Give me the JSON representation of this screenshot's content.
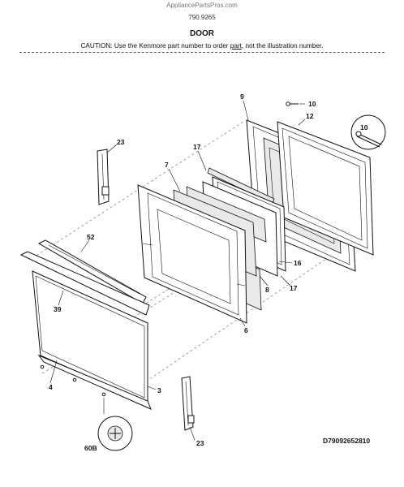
{
  "header": {
    "site": "AppliancePartsPros.com",
    "model": "790.9265",
    "title": "DOOR",
    "caution_pre": "CAUTION: Use the Kenmore part number to order ",
    "caution_link": "part",
    "caution_post": ", not the illustration number."
  },
  "callouts": [
    {
      "id": "c-10a",
      "label": "10"
    },
    {
      "id": "c-9",
      "label": "9"
    },
    {
      "id": "c-12",
      "label": "12"
    },
    {
      "id": "c-10b",
      "label": "10"
    },
    {
      "id": "c-23a",
      "label": "23"
    },
    {
      "id": "c-17a",
      "label": "17"
    },
    {
      "id": "c-7",
      "label": "7"
    },
    {
      "id": "c-52",
      "label": "52"
    },
    {
      "id": "c-16",
      "label": "16"
    },
    {
      "id": "c-8",
      "label": "8"
    },
    {
      "id": "c-17b",
      "label": "17"
    },
    {
      "id": "c-39",
      "label": "39"
    },
    {
      "id": "c-6",
      "label": "6"
    },
    {
      "id": "c-4",
      "label": "4"
    },
    {
      "id": "c-3",
      "label": "3"
    },
    {
      "id": "c-60b",
      "label": "60B"
    },
    {
      "id": "c-23b",
      "label": "23"
    }
  ],
  "diagram_code": "D79092652810"
}
